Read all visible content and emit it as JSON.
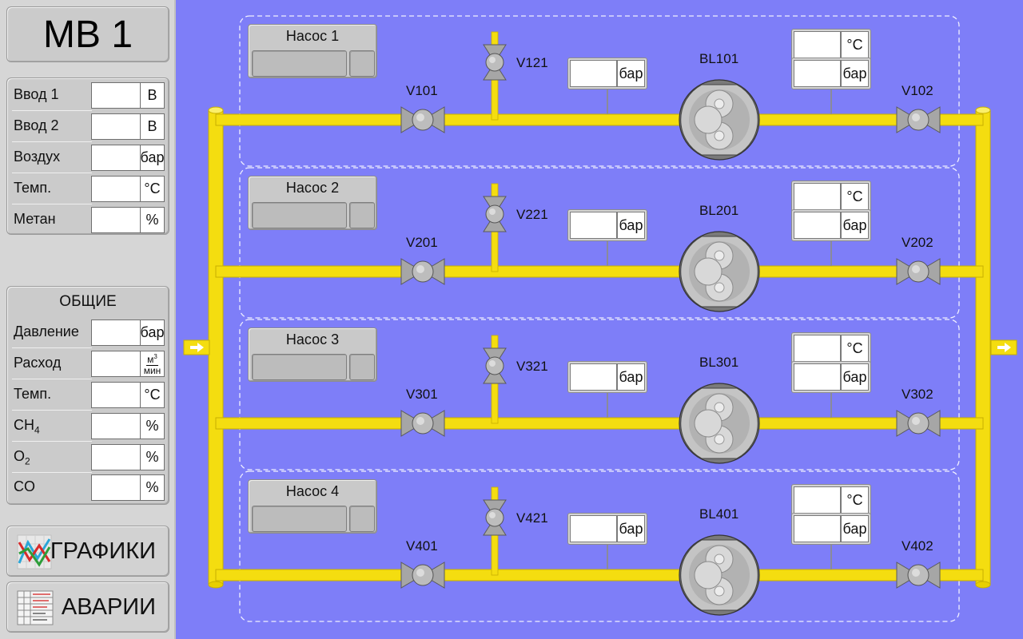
{
  "station": {
    "title": "МВ 1"
  },
  "inputs": [
    {
      "label": "Ввод 1",
      "value": "",
      "unit": "В"
    },
    {
      "label": "Ввод 2",
      "value": "",
      "unit": "В"
    },
    {
      "label": "Воздух",
      "value": "",
      "unit": "бар"
    },
    {
      "label": "Темп.",
      "value": "",
      "unit": "°C"
    },
    {
      "label": "Метан",
      "value": "",
      "unit": "%"
    }
  ],
  "common": {
    "title": "ОБЩИЕ",
    "rows": [
      {
        "label": "Давление",
        "value": "",
        "unit": "бар"
      },
      {
        "label": "Расход",
        "value": "",
        "unit_numerator": "м",
        "unit_numerator_sup": "3",
        "unit_denominator": "мин"
      },
      {
        "label": "Темп.",
        "value": "",
        "unit": "°C"
      },
      {
        "label": "CH",
        "label_sub": "4",
        "value": "",
        "unit": "%"
      },
      {
        "label": "O",
        "label_sub": "2",
        "value": "",
        "unit": "%"
      },
      {
        "label": "CO",
        "value": "",
        "unit": "%"
      }
    ]
  },
  "nav": {
    "graphs_label": "ГРАФИКИ",
    "alarms_label": "АВАРИИ"
  },
  "lines": [
    {
      "pump": "Насос 1",
      "pump_state": "",
      "valve_in": "V101",
      "valve_branch": "V121",
      "blower": "BL101",
      "valve_out": "V102",
      "inlet_pressure": {
        "value": "",
        "unit": "бар"
      },
      "outlet_temp": {
        "value": "",
        "unit": "°C"
      },
      "outlet_pressure": {
        "value": "",
        "unit": "бар"
      }
    },
    {
      "pump": "Насос 2",
      "pump_state": "",
      "valve_in": "V201",
      "valve_branch": "V221",
      "blower": "BL201",
      "valve_out": "V202",
      "inlet_pressure": {
        "value": "",
        "unit": "бар"
      },
      "outlet_temp": {
        "value": "",
        "unit": "°C"
      },
      "outlet_pressure": {
        "value": "",
        "unit": "бар"
      }
    },
    {
      "pump": "Насос 3",
      "pump_state": "",
      "valve_in": "V301",
      "valve_branch": "V321",
      "blower": "BL301",
      "valve_out": "V302",
      "inlet_pressure": {
        "value": "",
        "unit": "бар"
      },
      "outlet_temp": {
        "value": "",
        "unit": "°C"
      },
      "outlet_pressure": {
        "value": "",
        "unit": "бар"
      }
    },
    {
      "pump": "Насос 4",
      "pump_state": "",
      "valve_in": "V401",
      "valve_branch": "V421",
      "blower": "BL401",
      "valve_out": "V402",
      "inlet_pressure": {
        "value": "",
        "unit": "бар"
      },
      "outlet_temp": {
        "value": "",
        "unit": "°C"
      },
      "outlet_pressure": {
        "value": "",
        "unit": "бар"
      }
    }
  ],
  "colors": {
    "background": "#7e7ef8",
    "pipe": "#f4dd10",
    "panel": "#cbcbcb",
    "valve": "#a4a4a4"
  },
  "icons": {
    "graphs": "chart-icon",
    "alarms": "alarm-table-icon",
    "flow": "flow-arrow-icon"
  }
}
